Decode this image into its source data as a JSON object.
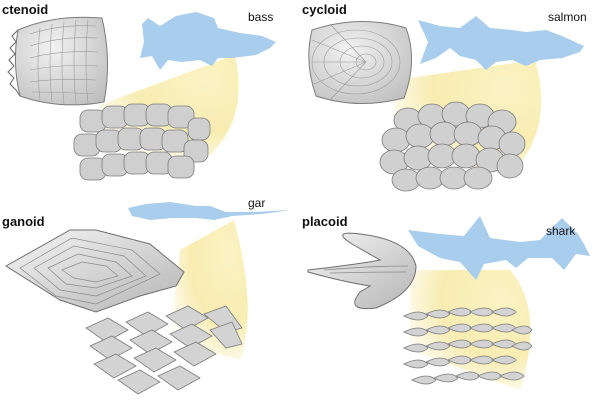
{
  "panels": {
    "ctenoid": {
      "title": "ctenoid",
      "fish": "bass"
    },
    "cycloid": {
      "title": "cycloid",
      "fish": "salmon"
    },
    "ganoid": {
      "title": "ganoid",
      "fish": "gar"
    },
    "placoid": {
      "title": "placoid",
      "fish": "shark"
    }
  },
  "colors": {
    "fish_silhouette": "#a9cdec",
    "highlight_glow": "#f6e9a4",
    "scale_fill": "#d2d2d2",
    "scale_stroke": "#7c7c7c"
  }
}
